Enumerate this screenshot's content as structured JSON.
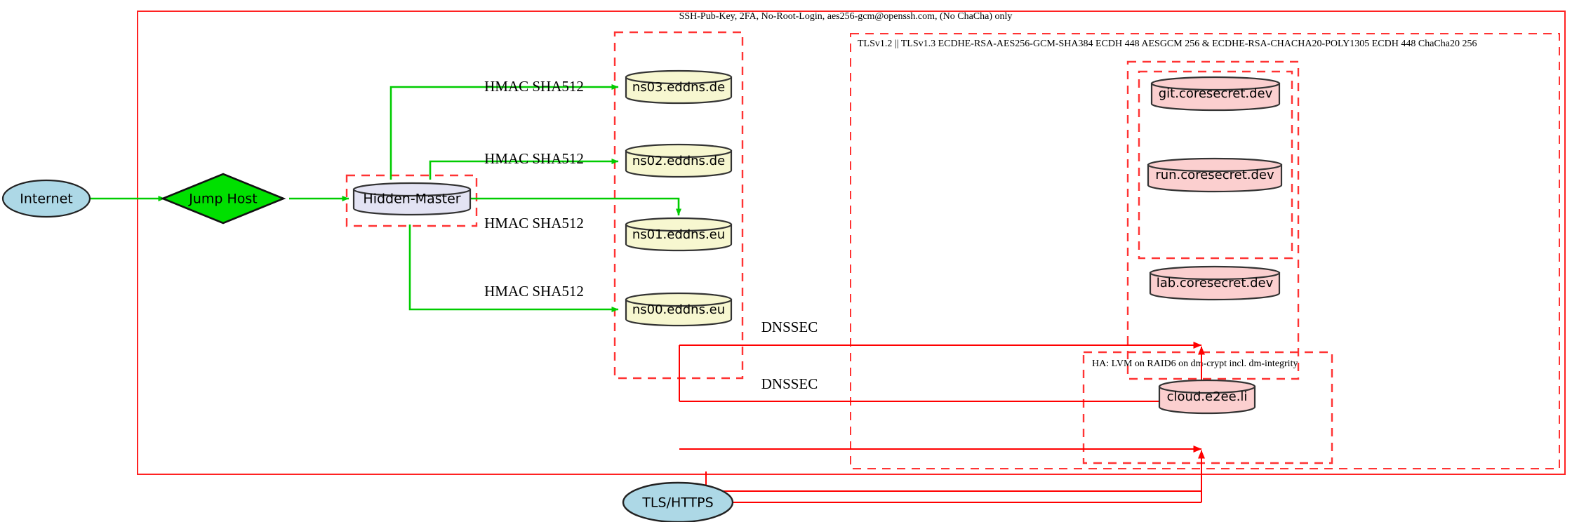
{
  "diagram": {
    "title_note_top": "SSH-Pub-Key, 2FA, No-Root-Login, aes256-gcm@openssh.com, (No ChaCha) only",
    "clusters": [
      {
        "id": "ssh-outer",
        "label": "SSH-Pub-Key, 2FA, No-Root-Login, aes256-gcm@openssh.com, (No ChaCha) only",
        "style": "solid-red"
      },
      {
        "id": "tls-cluster",
        "label": "TLSv1.2 || TLSv1.3 ECDHE-RSA-AES256-GCM-SHA384 ECDH 448 AESGCM 256 & ECDHE-RSA-CHACHA20-POLY1305 ECDH 448 ChaCha20 256",
        "style": "dashed-red"
      },
      {
        "id": "ha-cluster",
        "label": "HA: LVM on RAID6 on dm-crypt incl. dm-integrity",
        "style": "dashed-red"
      },
      {
        "id": "ns-cluster",
        "label": "",
        "style": "dashed-red"
      },
      {
        "id": "hidden-master-cluster",
        "label": "",
        "style": "dashed-red"
      },
      {
        "id": "coresecret-cluster",
        "label": "",
        "style": "dashed-red"
      },
      {
        "id": "gitrun-cluster",
        "label": "",
        "style": "dashed-red"
      }
    ],
    "nodes": [
      {
        "id": "internet",
        "label": "Internet",
        "shape": "ellipse",
        "fill": "#add8e6"
      },
      {
        "id": "jump-host",
        "label": "Jump Host",
        "shape": "diamond",
        "fill": "#00e000"
      },
      {
        "id": "hidden-master",
        "label": "Hidden-Master",
        "shape": "cylinder",
        "fill": "#e3e3f3"
      },
      {
        "id": "ns03",
        "label": "ns03.eddns.de",
        "shape": "cylinder",
        "fill": "#f7f7d0"
      },
      {
        "id": "ns02",
        "label": "ns02.eddns.de",
        "shape": "cylinder",
        "fill": "#f7f7d0"
      },
      {
        "id": "ns01",
        "label": "ns01.eddns.eu",
        "shape": "cylinder",
        "fill": "#f7f7d0"
      },
      {
        "id": "ns00",
        "label": "ns00.eddns.eu",
        "shape": "cylinder",
        "fill": "#f7f7d0"
      },
      {
        "id": "git",
        "label": "git.coresecret.dev",
        "shape": "cylinder",
        "fill": "#fbcfcf"
      },
      {
        "id": "run",
        "label": "run.coresecret.dev",
        "shape": "cylinder",
        "fill": "#fbcfcf"
      },
      {
        "id": "lab",
        "label": "lab.coresecret.dev",
        "shape": "cylinder",
        "fill": "#fbcfcf"
      },
      {
        "id": "cloud",
        "label": "cloud.e2ee.li",
        "shape": "cylinder",
        "fill": "#fbcfcf"
      },
      {
        "id": "tls-https",
        "label": "TLS/HTTPS",
        "shape": "ellipse",
        "fill": "#add8e6"
      }
    ],
    "edge_labels": {
      "hmac_ns03": "HMAC SHA512",
      "hmac_ns02": "HMAC SHA512",
      "hmac_ns01": "HMAC SHA512",
      "hmac_ns00": "HMAC SHA512",
      "dnssec_upper": "DNSSEC",
      "dnssec_lower": "DNSSEC"
    },
    "colors": {
      "edge_green": "#00cc00",
      "edge_red": "#ff0000",
      "cluster_red": "#ff3333",
      "node_stroke": "#333333",
      "internet_fill": "#add8e6",
      "jump_fill": "#00e000",
      "master_fill": "#e3e3f3",
      "ns_fill": "#f7f7d0",
      "app_fill": "#fbcfcf"
    }
  }
}
